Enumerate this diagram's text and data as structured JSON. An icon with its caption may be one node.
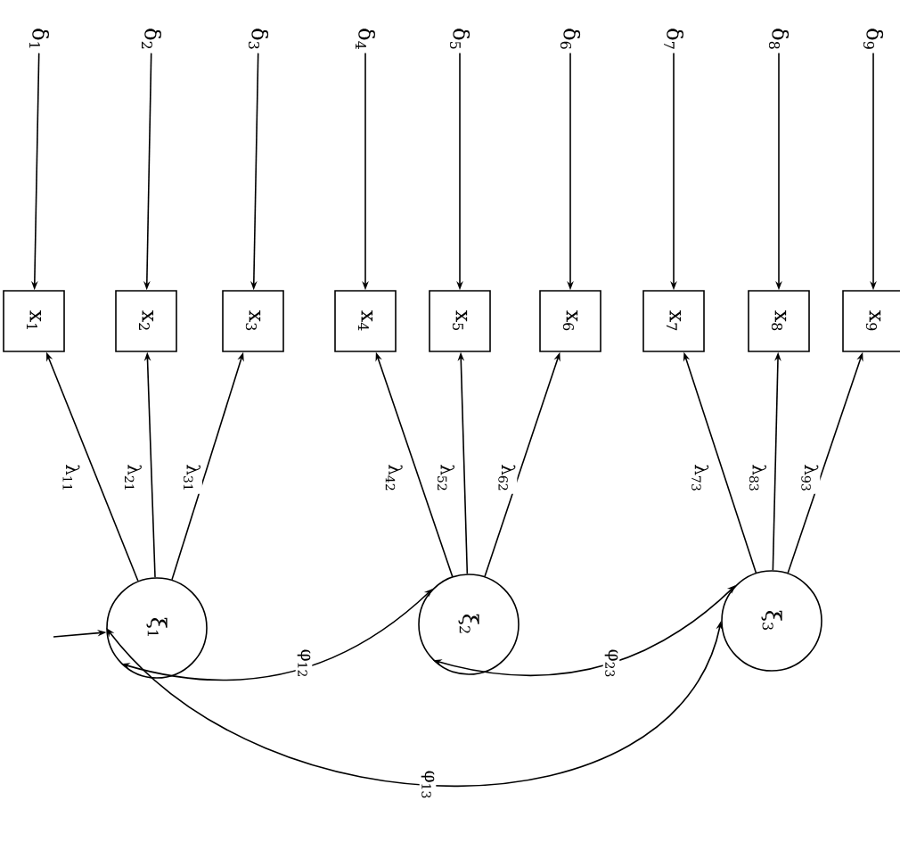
{
  "diagram": {
    "nodes": [
      {
        "text": [
          "δ$_{1}$"
        ]
      },
      {
        "text": [
          "δ$_{2}$"
        ]
      },
      {
        "text": [
          "δ$_{3}$"
        ]
      },
      {
        "text": [
          "δ$_{4}$"
        ]
      },
      {
        "text": [
          "δ$_{5}$"
        ]
      },
      {
        "text": [
          "δ$_{6}$"
        ]
      },
      {
        "text": [
          "δ$_{7}$"
        ]
      },
      {
        "text": [
          "δ$_{8}$"
        ]
      },
      {
        "text": [
          "δ$_{9}$"
        ]
      },
      {
        "text": [
          "x$_{1}$"
        ]
      },
      {
        "text": [
          "x$_{2}$"
        ]
      },
      {
        "text": [
          "x$_{3}$"
        ]
      },
      {
        "text": [
          "x$_{4}$"
        ]
      },
      {
        "text": [
          "x$_{5}$"
        ]
      },
      {
        "text": [
          "x$_{6}$"
        ]
      },
      {
        "text": [
          "x$_{7}$"
        ]
      },
      {
        "text": [
          "x$_{8}$"
        ]
      },
      {
        "text": [
          "x$_{9}$"
        ]
      },
      {
        "text": [
          "ξ$_{1}$"
        ]
      },
      {
        "text": [
          "ξ$_{2}$"
        ]
      },
      {
        "text": [
          "ξ$_{3}$"
        ]
      }
    ],
    "edges": [
      {
        "from": 0,
        "to": 9,
        "arrow": "to"
      },
      {
        "from": 1,
        "to": 10,
        "arrow": "to"
      },
      {
        "from": 2,
        "to": 11,
        "arrow": "to"
      },
      {
        "from": 3,
        "to": 12,
        "arrow": "to"
      },
      {
        "from": 4,
        "to": 13,
        "arrow": "to"
      },
      {
        "from": 5,
        "to": 14,
        "arrow": "to"
      },
      {
        "from": 6,
        "to": 15,
        "arrow": "to"
      },
      {
        "from": 7,
        "to": 16,
        "arrow": "to"
      },
      {
        "from": 8,
        "to": 17,
        "arrow": "to"
      },
      {
        "from": 18,
        "to": 9,
        "arrow": "to",
        "label": "λ$_{11}$"
      },
      {
        "from": 18,
        "to": 10,
        "arrow": "to",
        "label": "λ$_{21}$"
      },
      {
        "from": 18,
        "to": 11,
        "arrow": "to",
        "label": "λ$_{31}$"
      },
      {
        "from": 19,
        "to": 12,
        "arrow": "to",
        "label": "λ$_{42}$"
      },
      {
        "from": 19,
        "to": 13,
        "arrow": "to",
        "label": "λ$_{52}$"
      },
      {
        "from": 19,
        "to": 14,
        "arrow": "to",
        "label": "λ$_{62}$"
      },
      {
        "from": 20,
        "to": 15,
        "arrow": "to",
        "label": "λ$_{73}$"
      },
      {
        "from": 20,
        "to": 16,
        "arrow": "to",
        "label": "λ$_{83}$"
      },
      {
        "from": 20,
        "to": 17,
        "arrow": "to",
        "label": "λ$_{93}$"
      },
      {
        "from": 18,
        "to": 19,
        "arrow": "both",
        "label": "φ$_{12}$"
      },
      {
        "from": 19,
        "to": 20,
        "arrow": "both",
        "label": "φ$_{23}$"
      },
      {
        "from": 18,
        "to": 20,
        "arrow": "both",
        "label": "φ$_{13}$"
      },
      {
        "from": null,
        "to": 18,
        "arrow": "to"
      }
    ]
  }
}
